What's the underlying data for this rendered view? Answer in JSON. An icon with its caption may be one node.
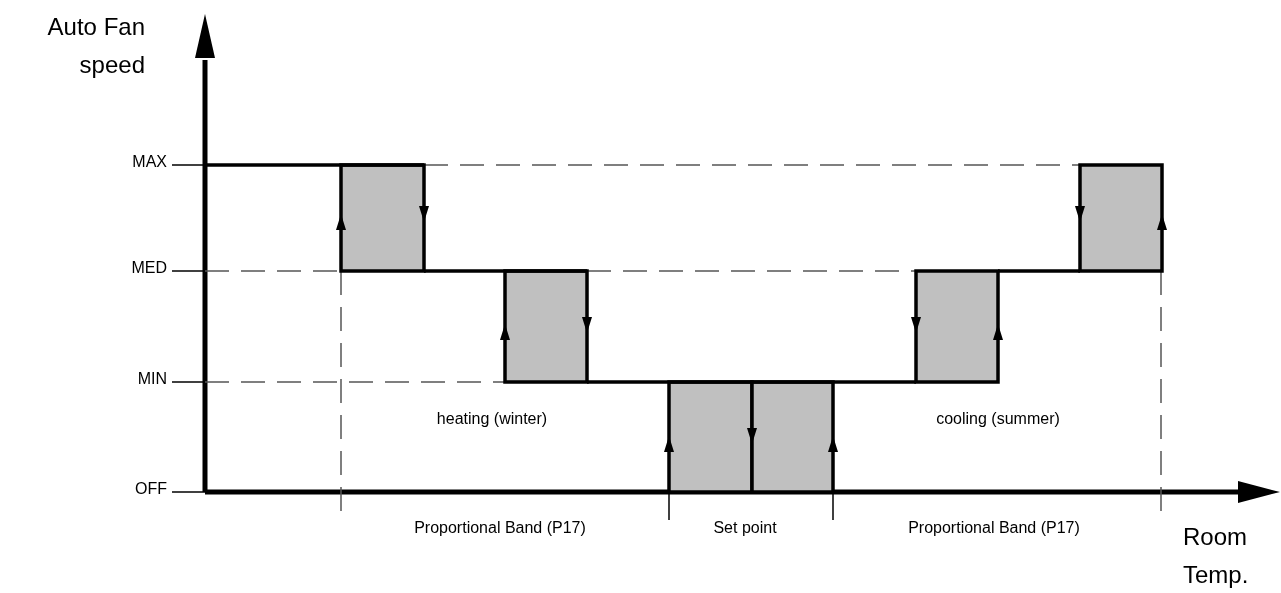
{
  "diagram": {
    "labels": [
      "Auto Fan speed",
      "MAX",
      "MED",
      "MIN",
      "heating (winter)",
      "cooling (summer)",
      "OFF",
      "Proportional Band (P17)",
      "Set point",
      "Proportional Band (P17)",
      "Room Temp."
    ]
  }
}
